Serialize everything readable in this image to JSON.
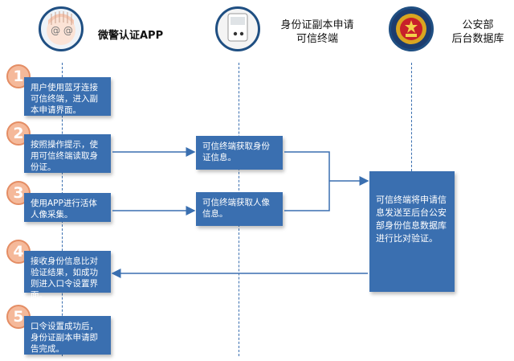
{
  "actors": {
    "app": {
      "label": "微警认证APP",
      "icon": "cartoon-face-icon",
      "face_text": "@ @"
    },
    "terminal": {
      "label_line1": "身份证副本申请",
      "label_line2": "可信终端",
      "icon": "terminal-device-icon"
    },
    "ministry": {
      "label_line1": "公安部",
      "label_line2": "后台数据库",
      "icon": "police-emblem-icon"
    }
  },
  "steps": [
    {
      "num": "1",
      "text": "用户使用蓝牙连接可信终端，进入副本申请界面。"
    },
    {
      "num": "2",
      "text": "按照操作提示，使用可信终端读取身份证。"
    },
    {
      "num": "3",
      "text": "使用APP进行活体人像采集。"
    },
    {
      "num": "4",
      "text": "接收身份信息比对验证结果，如成功则进入口令设置界面。"
    },
    {
      "num": "5",
      "text": "口令设置成功后，身份证副本申请即告完成。"
    }
  ],
  "terminal_boxes": [
    {
      "text": "可信终端获取身份证信息。"
    },
    {
      "text": "可信终端获取人像信息。"
    }
  ],
  "ministry_box": {
    "text": "可信终端将申请信息发送至后台公安部身份信息数据库进行比对验证。"
  },
  "colors": {
    "box_fill": "#3a6fb0",
    "step_circle": "#f5b99a",
    "line": "#3a6fb0"
  }
}
